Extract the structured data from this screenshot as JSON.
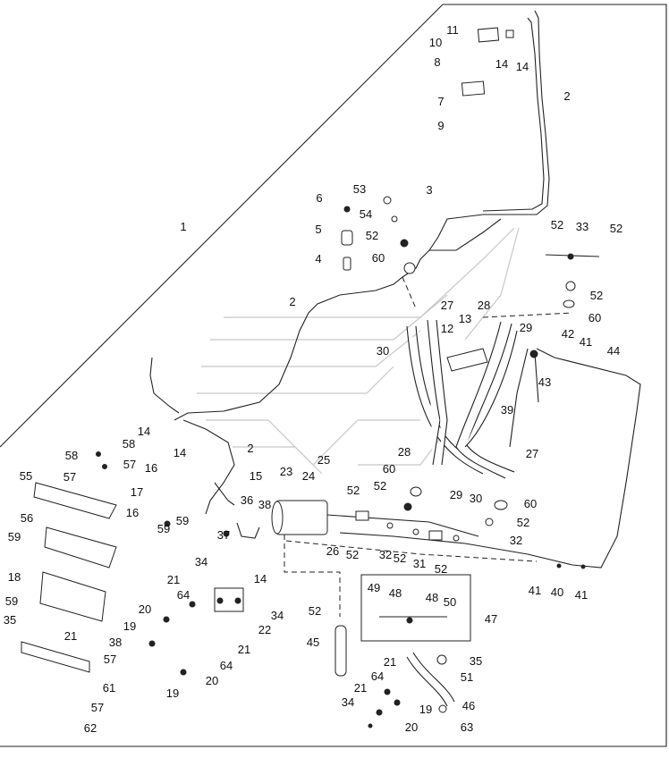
{
  "callouts": {
    "c1": "1",
    "c2a": "2",
    "c2b": "2",
    "c2c": "2",
    "c3": "3",
    "c4": "4",
    "c5": "5",
    "c6": "6",
    "c7": "7",
    "c8": "8",
    "c9": "9",
    "c10": "10",
    "c11": "11",
    "c12": "12",
    "c13": "13",
    "c14a": "14",
    "c14b": "14",
    "c14c": "14",
    "c14d": "14",
    "c14e": "14",
    "c15": "15",
    "c16a": "16",
    "c16b": "16",
    "c17": "17",
    "c18": "18",
    "c19a": "19",
    "c19b": "19",
    "c19c": "19",
    "c20a": "20",
    "c20b": "20",
    "c20c": "20",
    "c21a": "21",
    "c21b": "21",
    "c21c": "21",
    "c21d": "21",
    "c21e": "21",
    "c22": "22",
    "c23": "23",
    "c24": "24",
    "c25": "25",
    "c26": "26",
    "c27a": "27",
    "c27b": "27",
    "c28a": "28",
    "c28b": "28",
    "c29a": "29",
    "c29b": "29",
    "c30a": "30",
    "c30b": "30",
    "c31": "31",
    "c32a": "32",
    "c32b": "32",
    "c33": "33",
    "c34a": "34",
    "c34b": "34",
    "c34c": "34",
    "c35a": "35",
    "c35b": "35",
    "c36": "36",
    "c37": "37",
    "c38a": "38",
    "c38b": "38",
    "c39": "39",
    "c40": "40",
    "c41a": "41",
    "c41b": "41",
    "c41c": "41",
    "c42": "42",
    "c43": "43",
    "c44": "44",
    "c45": "45",
    "c46": "46",
    "c47": "47",
    "c48a": "48",
    "c48b": "48",
    "c49": "49",
    "c50": "50",
    "c51": "51",
    "c52a": "52",
    "c52b": "52",
    "c52c": "52",
    "c52d": "52",
    "c52e": "52",
    "c52f": "52",
    "c52g": "52",
    "c52h": "52",
    "c52i": "52",
    "c52j": "52",
    "c53": "53",
    "c54": "54",
    "c55": "55",
    "c56": "56",
    "c57a": "57",
    "c57b": "57",
    "c57c": "57",
    "c57d": "57",
    "c58a": "58",
    "c58b": "58",
    "c59a": "59",
    "c59b": "59",
    "c59c": "59",
    "c59d": "59",
    "c60a": "60",
    "c60b": "60",
    "c60c": "60",
    "c60d": "60",
    "c61": "61",
    "c62": "62",
    "c63": "63",
    "c64a": "64",
    "c64b": "64",
    "c64c": "64"
  }
}
